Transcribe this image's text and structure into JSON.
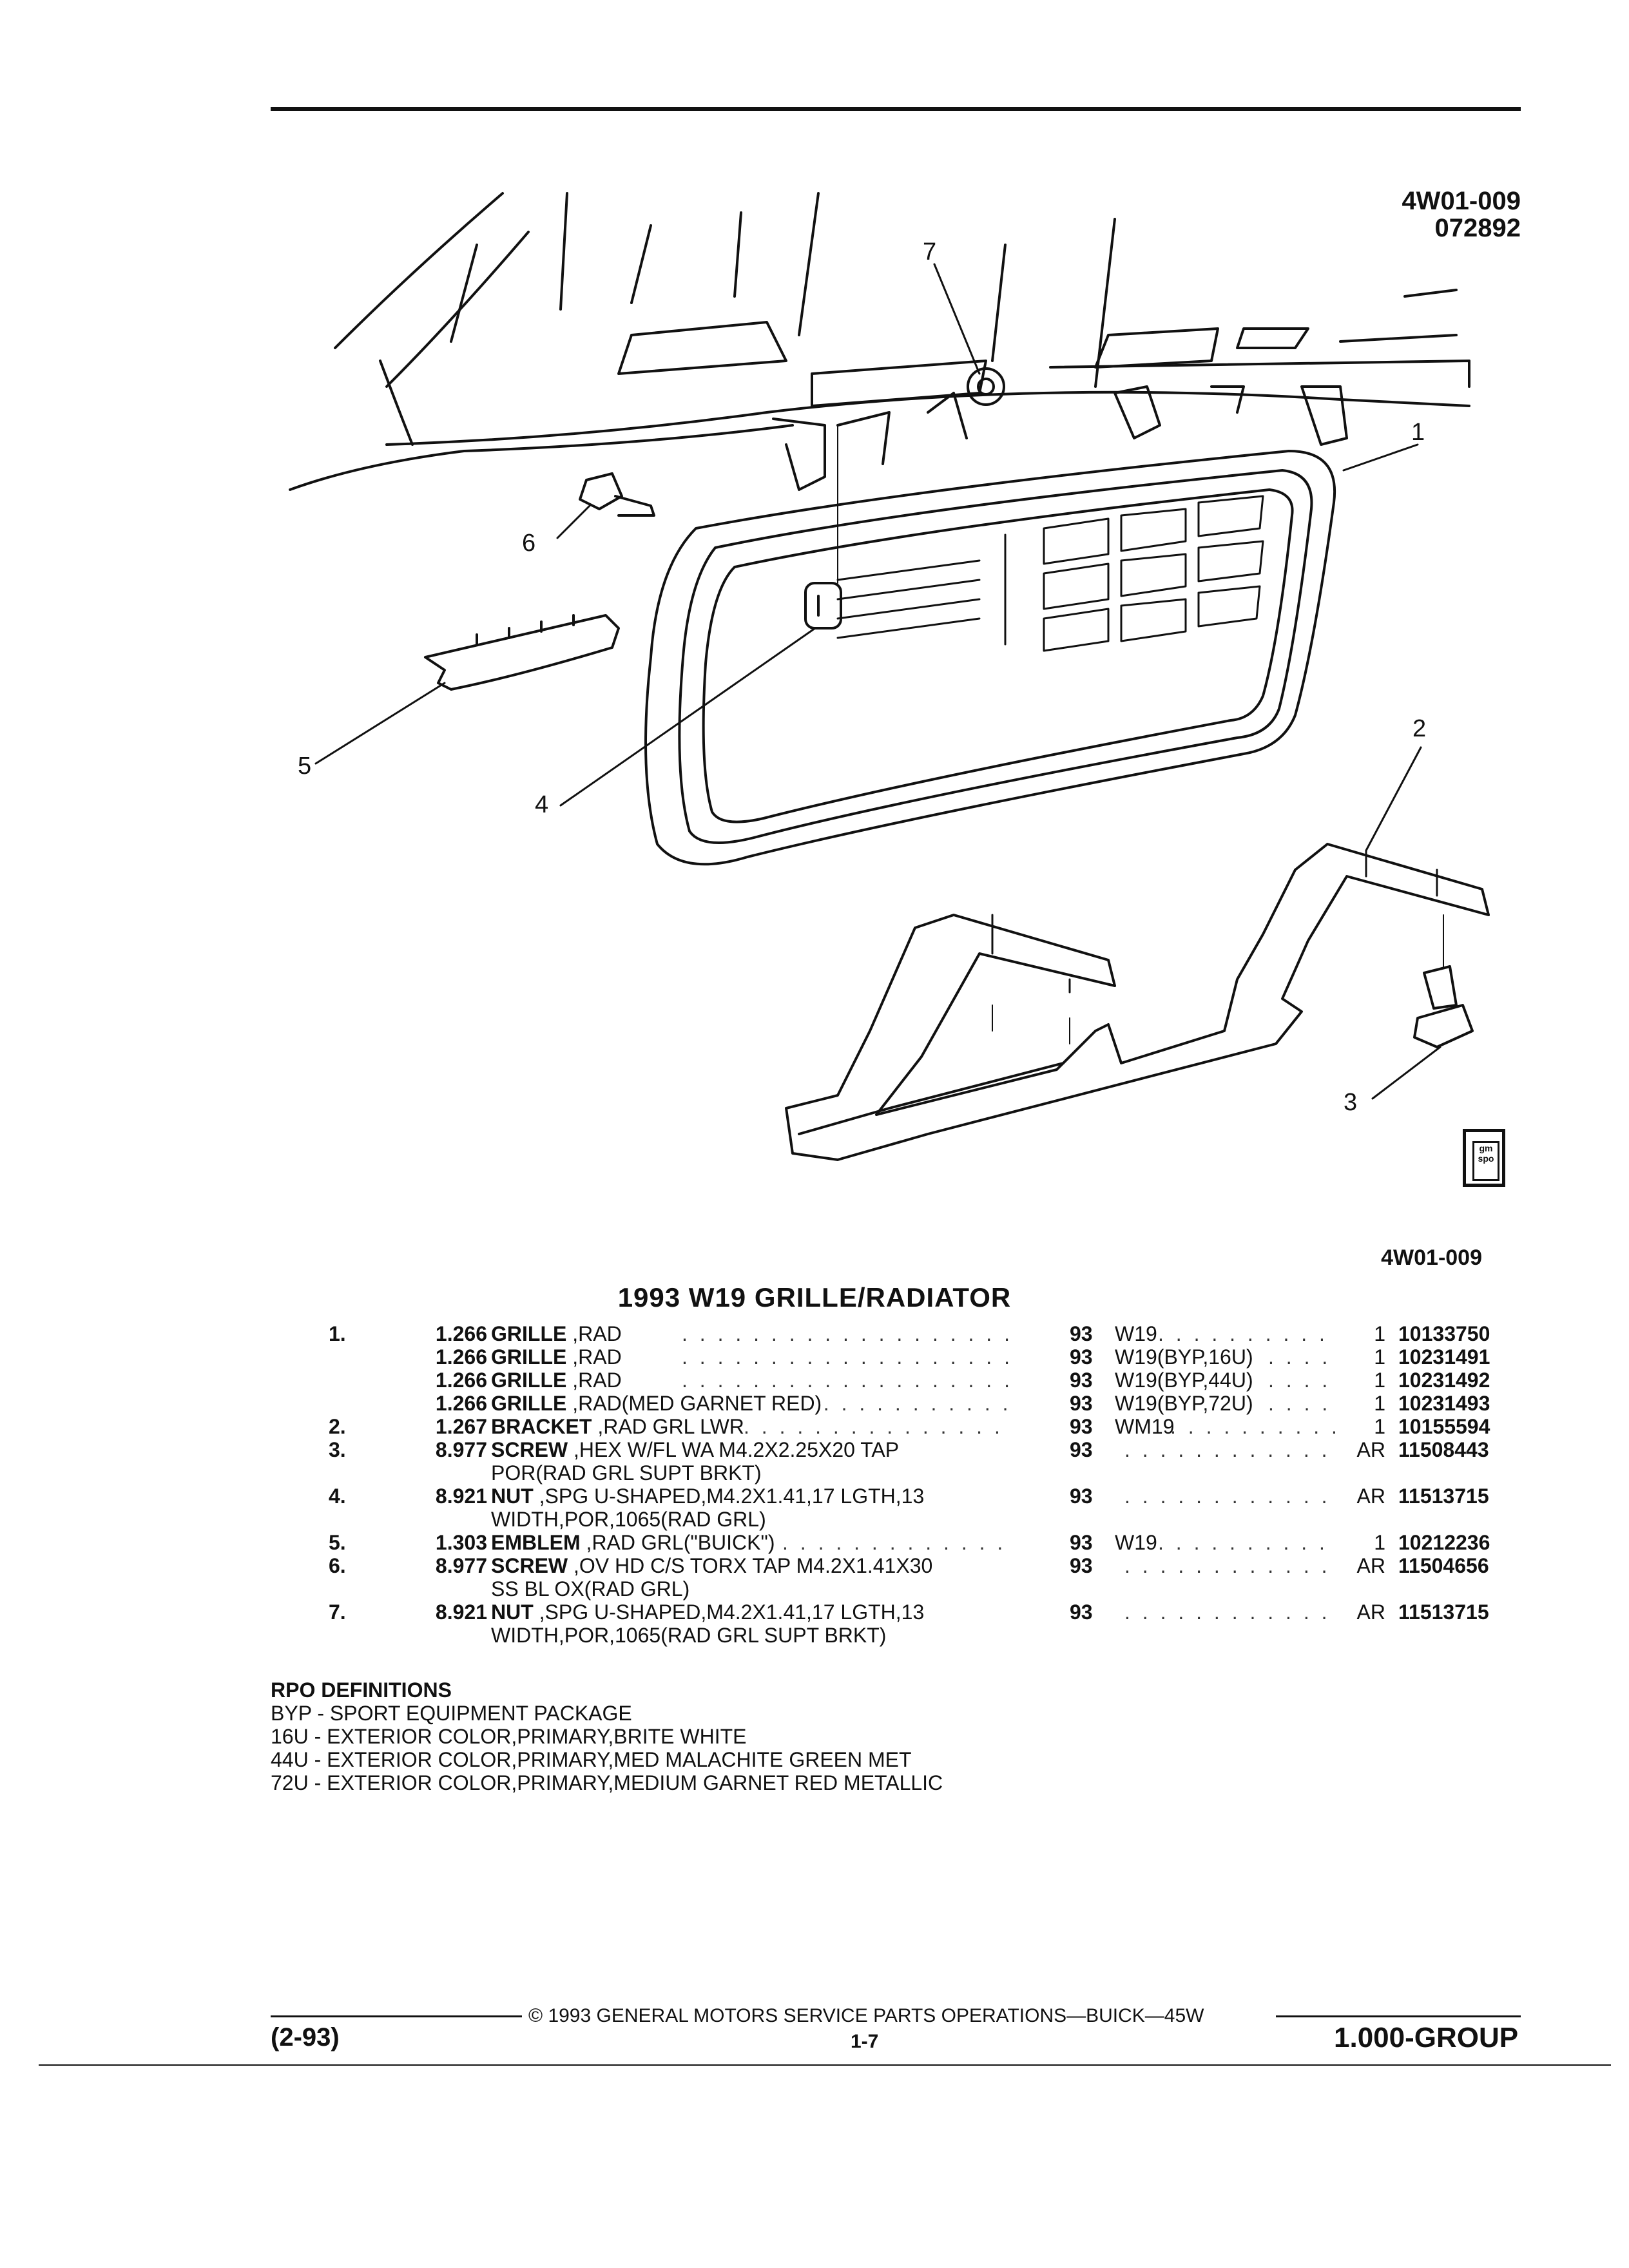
{
  "header": {
    "illustration_id": "4W01-009",
    "illustration_date": "072892"
  },
  "illustration": {
    "caption_id": "4W01-009",
    "callouts": [
      "1",
      "2",
      "3",
      "4",
      "5",
      "6",
      "7"
    ],
    "logo_text": "gm spo"
  },
  "title": "1993 W19 GRILLE/RADIATOR",
  "parts": [
    {
      "item": "1.",
      "group": "1.266",
      "name": "GRILLE",
      "desc": ",RAD",
      "desc2": "",
      "year": "93",
      "model": "W19",
      "qty": "1",
      "part_no": "10133750"
    },
    {
      "item": "",
      "group": "1.266",
      "name": "GRILLE",
      "desc": ",RAD",
      "desc2": "",
      "year": "93",
      "model": "W19(BYP,16U)",
      "qty": "1",
      "part_no": "10231491"
    },
    {
      "item": "",
      "group": "1.266",
      "name": "GRILLE",
      "desc": ",RAD",
      "desc2": "",
      "year": "93",
      "model": "W19(BYP,44U)",
      "qty": "1",
      "part_no": "10231492"
    },
    {
      "item": "",
      "group": "1.266",
      "name": "GRILLE",
      "desc": ",RAD(MED GARNET RED)",
      "desc2": "",
      "year": "93",
      "model": "W19(BYP,72U)",
      "qty": "1",
      "part_no": "10231493"
    },
    {
      "item": "2.",
      "group": "1.267",
      "name": "BRACKET",
      "desc": ",RAD GRL LWR",
      "desc2": "",
      "year": "93",
      "model": "WM19",
      "qty": "1",
      "part_no": "10155594"
    },
    {
      "item": "3.",
      "group": "8.977",
      "name": "SCREW",
      "desc": ",HEX W/FL WA M4.2X2.25X20 TAP",
      "desc2": "POR(RAD GRL SUPT BRKT)",
      "year": "93",
      "model": "",
      "qty": "AR",
      "part_no": "11508443"
    },
    {
      "item": "4.",
      "group": "8.921",
      "name": "NUT",
      "desc": ",SPG U-SHAPED,M4.2X1.41,17 LGTH,13",
      "desc2": "WIDTH,POR,1065(RAD GRL)",
      "year": "93",
      "model": "",
      "qty": "AR",
      "part_no": "11513715"
    },
    {
      "item": "5.",
      "group": "1.303",
      "name": "EMBLEM",
      "desc": ",RAD GRL(\"BUICK\")",
      "desc2": "",
      "year": "93",
      "model": "W19",
      "qty": "1",
      "part_no": "10212236"
    },
    {
      "item": "6.",
      "group": "8.977",
      "name": "SCREW",
      "desc": ",OV HD C/S TORX TAP M4.2X1.41X30",
      "desc2": "SS BL OX(RAD GRL)",
      "year": "93",
      "model": "",
      "qty": "AR",
      "part_no": "11504656"
    },
    {
      "item": "7.",
      "group": "8.921",
      "name": "NUT",
      "desc": ",SPG U-SHAPED,M4.2X1.41,17 LGTH,13",
      "desc2": "WIDTH,POR,1065(RAD GRL SUPT BRKT)",
      "year": "93",
      "model": "",
      "qty": "AR",
      "part_no": "11513715"
    }
  ],
  "rpo": {
    "heading": "RPO DEFINITIONS",
    "items": [
      "BYP - SPORT EQUIPMENT PACKAGE",
      "16U - EXTERIOR COLOR,PRIMARY,BRITE WHITE",
      "44U - EXTERIOR COLOR,PRIMARY,MED MALACHITE GREEN MET",
      "72U - EXTERIOR COLOR,PRIMARY,MEDIUM GARNET RED METALLIC"
    ]
  },
  "footer": {
    "copyright": "© 1993 GENERAL MOTORS SERVICE PARTS OPERATIONS—BUICK—45W",
    "date_code": "(2-93)",
    "page": "1-7",
    "group": "1.000-GROUP"
  }
}
